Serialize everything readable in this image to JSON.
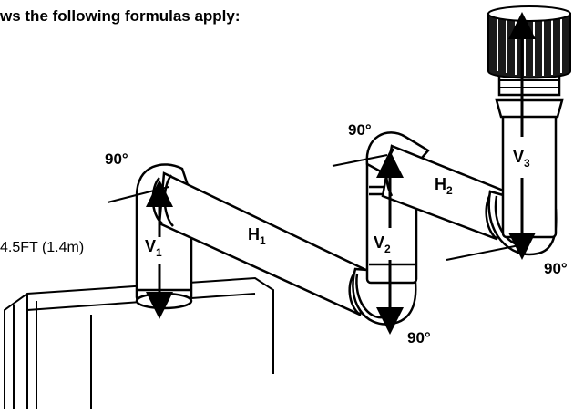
{
  "heading": "ws the following formulas apply:",
  "labels": {
    "angle_top_left": "90°",
    "angle_top_middle": "90°",
    "angle_bottom_middle": "90°",
    "angle_bottom_right": "90°",
    "dimension": "4.5FT (1.4m)",
    "v1": "V",
    "v1_sub": "1",
    "h1": "H",
    "h1_sub": "1",
    "v2": "V",
    "v2_sub": "2",
    "h2": "H",
    "h2_sub": "2",
    "v3": "V",
    "v3_sub": "3"
  },
  "colors": {
    "ink": "#000000",
    "pipe_fill": "#ffffff",
    "terminal_fill": "#1a1a1a"
  }
}
